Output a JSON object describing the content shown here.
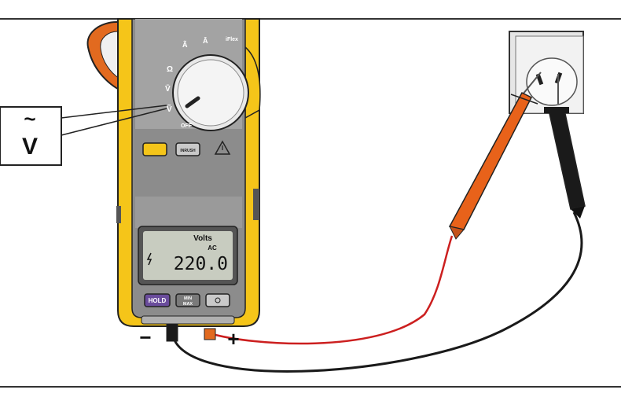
{
  "callout": {
    "symbol": "~",
    "letter": "V"
  },
  "dial": {
    "positions": [
      {
        "symbol": "Ã",
        "sub": "A"
      },
      {
        "symbol": "Ā",
        "sub": "A"
      },
      {
        "symbol": "iFlex",
        "sub": ""
      },
      {
        "symbol": "Ω",
        "sub": ""
      },
      {
        "symbol": "V̄",
        "sub": ""
      },
      {
        "symbol": "Ṽ",
        "sub": ""
      }
    ],
    "off_label": "OFF",
    "selected": "Ṽ"
  },
  "buttons": {
    "inrush_label": "INRUSH",
    "hold_label": "HOLD",
    "minmax_line1": "MIN",
    "minmax_line2": "MAX"
  },
  "display": {
    "unit": "Volts",
    "mode": "AC",
    "value": "220.0",
    "hazard_icon": "lightning-icon"
  },
  "terminals": {
    "negative_label": "−",
    "positive_label": "+"
  },
  "colors": {
    "meter_yellow": "#f5c519",
    "meter_gray": "#8c8c8c",
    "lcd_bg": "#c8ccc0",
    "hold_purple": "#6a4c9c",
    "probe_red": "#e8621a",
    "probe_black": "#1a1a1a",
    "wire_red": "#cc1f1f",
    "accent_orange": "#e26a1f"
  }
}
